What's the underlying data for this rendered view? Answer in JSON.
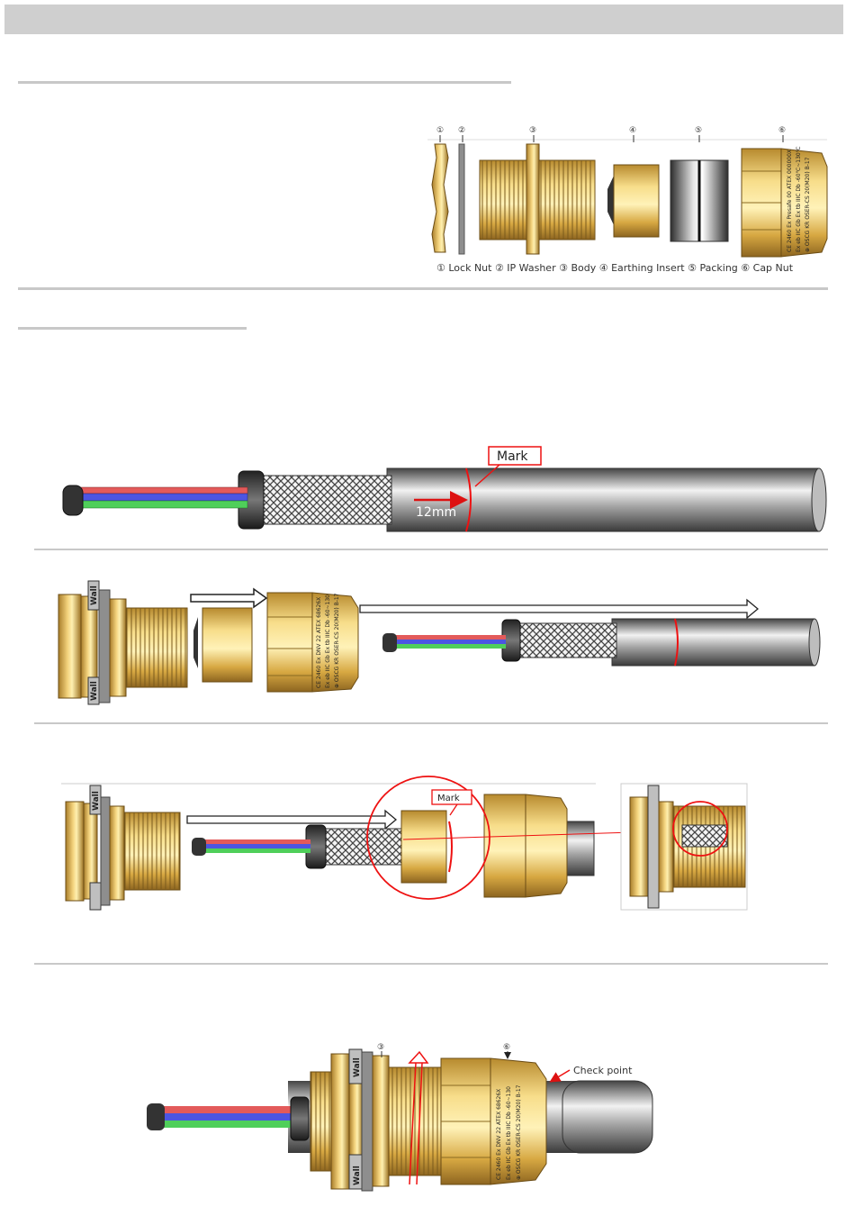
{
  "parts": {
    "numbers": [
      "①",
      "②",
      "③",
      "④",
      "⑤",
      "⑥"
    ],
    "caption": "① Lock Nut   ② IP Washer   ③ Body   ④ Earthing Insert   ⑤ Packing   ⑥ Cap Nut",
    "cap_nut_marking": [
      "CE 2460 Ex Presafe 00 ATEX 000000X",
      "Ex eb IIC Gb Ex tb IIIC Db -60℃~130℃",
      "⊕ OSCG KR OSER-CS 20(M20) B-17"
    ]
  },
  "step1": {
    "mark_label": "Mark",
    "length_label": "12mm"
  },
  "step2": {
    "cap_marking": [
      "CE 2460 Ex DNV 22 ATEX 68626X",
      "Ex eb IIC Gb Ex tb IIIC Db -60~130",
      "⊕ OSCG KR OSER-CS 20(M20) B-17"
    ],
    "wall_label": "Wall"
  },
  "step3": {
    "mark_label": "Mark",
    "wall_label": "Wall"
  },
  "step4": {
    "num_body": "③",
    "num_cap": "⑥",
    "check_label": "Check point",
    "wall_label": "Wall",
    "cap_marking": [
      "CE 2460 Ex DNV 22 ATEX 68626X",
      "Ex eb IIC Gb Ex tb IIIC Db -60~130",
      "⊕ OSCG KR OSER-CS 20(M20) B-17"
    ]
  }
}
